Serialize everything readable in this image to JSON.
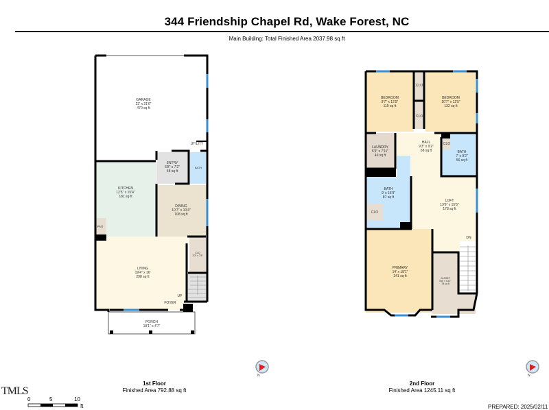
{
  "header": {
    "title": "344 Friendship Chapel Rd, Wake Forest, NC",
    "subtitle": "Main Building: Total Finished Area 2037.98 sq ft"
  },
  "floors": [
    {
      "name": "1st Floor",
      "finished_area": "Finished Area 792.88 sq ft",
      "rooms": [
        {
          "name": "GARAGE",
          "dims": "23' x 21'6\"",
          "area": "470 sq ft"
        },
        {
          "name": "UTILITY",
          "dims": "",
          "area": ""
        },
        {
          "name": "ENTRY",
          "dims": "6'8\" x 7'2\"",
          "area": "48 sq ft"
        },
        {
          "name": "BATH",
          "dims": "",
          "area": ""
        },
        {
          "name": "KITCHEN",
          "dims": "12'5\" x 15'4\"",
          "area": "181 sq ft"
        },
        {
          "name": "DINING",
          "dims": "10'7\" x 10'4\"",
          "area": "108 sq ft"
        },
        {
          "name": "PNT",
          "dims": "",
          "area": ""
        },
        {
          "name": "CLO",
          "dims": "3'3\" x 7'8\"",
          "area": ""
        },
        {
          "name": "LIVING",
          "dims": "19'4\" x 16'",
          "area": "298 sq ft"
        },
        {
          "name": "UP",
          "dims": "",
          "area": ""
        },
        {
          "name": "FOYER",
          "dims": "",
          "area": ""
        },
        {
          "name": "PORCH",
          "dims": "18'1\" x 4'7\"",
          "area": ""
        }
      ]
    },
    {
      "name": "2nd Floor",
      "finished_area": "Finished Area 1245.11 sq ft",
      "rooms": [
        {
          "name": "BEDROOM",
          "dims": "9'7\" x 12'5\"",
          "area": "119 sq ft"
        },
        {
          "name": "CLO",
          "dims": "",
          "area": ""
        },
        {
          "name": "BEDROOM",
          "dims": "10'7\" x 12'5\"",
          "area": "132 sq ft"
        },
        {
          "name": "CLO",
          "dims": "",
          "area": ""
        },
        {
          "name": "LAUNDRY",
          "dims": "5'9\" x 7'11\"",
          "area": "46 sq ft"
        },
        {
          "name": "HALL",
          "dims": "9'3\" x 9'2\"",
          "area": "68 sq ft"
        },
        {
          "name": "CLO",
          "dims": "",
          "area": ""
        },
        {
          "name": "BATH",
          "dims": "7' x 9'2\"",
          "area": "56 sq ft"
        },
        {
          "name": "BATH",
          "dims": "9' x 15'9\"",
          "area": "87 sq ft"
        },
        {
          "name": "CLO",
          "dims": "",
          "area": ""
        },
        {
          "name": "LOFT",
          "dims": "13'6\" x 15'6\"",
          "area": "178 sq ft"
        },
        {
          "name": "DN",
          "dims": "",
          "area": ""
        },
        {
          "name": "PRIMARY",
          "dims": "14' x 18'1\"",
          "area": "241 sq ft"
        },
        {
          "name": "CLOSET",
          "dims": "6'8\" x 13'1\"",
          "area": "78 sq ft"
        }
      ]
    }
  ],
  "compass": {
    "label": "N"
  },
  "scale_bar": {
    "ticks": [
      "0",
      "5",
      "10"
    ],
    "unit": "ft"
  },
  "footer": {
    "logo": "TMLS",
    "prepared": "PREPARED: 2025/02/11"
  },
  "colors": {
    "wall": "#000000",
    "window": "#3a8fd0",
    "garage": "#ffffff",
    "entry": "#e2e2e2",
    "bath": "#c7e6fb",
    "kitchen": "#e6f1ea",
    "dining": "#ece2d0",
    "living": "#fdf7e3",
    "closet": "#e7ddd0",
    "bedroom": "#fbe6b9",
    "laundry": "#e3d9cc",
    "hall": "#fdf6e0",
    "primary": "#fbe6b9",
    "compass_needle": "#e02020"
  }
}
